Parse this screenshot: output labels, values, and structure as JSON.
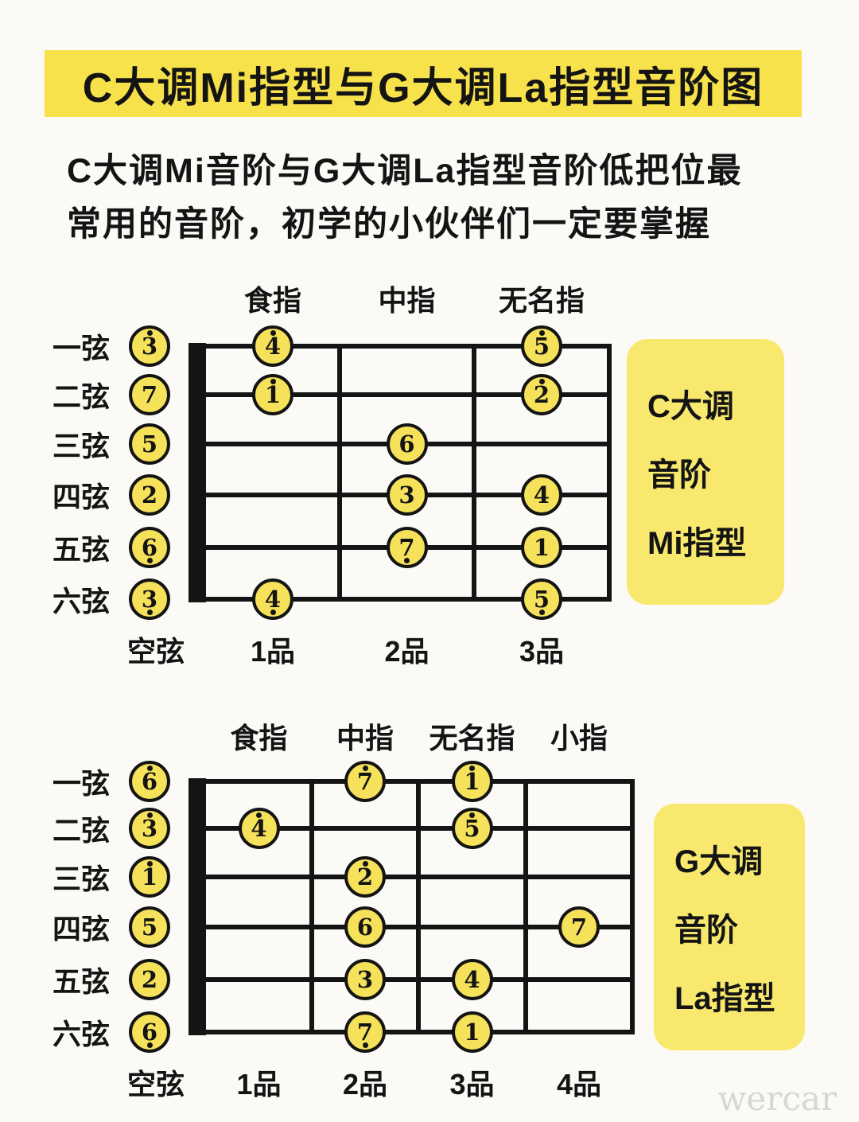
{
  "page": {
    "title": "C大调Mi指型与G大调La指型音阶图",
    "subtitle_line1": "C大调Mi音阶与G大调La指型音阶低把位最",
    "subtitle_line2": "常用的音阶，初学的小伙伴们一定要掌握",
    "watermark": "wercar"
  },
  "colors": {
    "highlight": "#F8E24C",
    "circle_fill": "#F5E15A",
    "side_box_fill": "#F8E96E",
    "line": "#141414",
    "page_bg": "#FBFAF6",
    "watermark": "#D6D6D6"
  },
  "diagrams": [
    {
      "id": "c-major-mi",
      "finger_labels": [
        "食指",
        "中指",
        "无名指"
      ],
      "string_labels": [
        "一弦",
        "二弦",
        "三弦",
        "四弦",
        "五弦",
        "六弦"
      ],
      "fret_labels": [
        "空弦",
        "1品",
        "2品",
        "3品"
      ],
      "side_label_lines": [
        "C大调",
        "音阶",
        "Mi指型"
      ],
      "open_notes": [
        {
          "n": "3",
          "dot": "high"
        },
        {
          "n": "7",
          "dot": "none"
        },
        {
          "n": "5",
          "dot": "none"
        },
        {
          "n": "2",
          "dot": "none"
        },
        {
          "n": "6",
          "dot": "low"
        },
        {
          "n": "3",
          "dot": "low"
        }
      ],
      "fretted_notes": [
        {
          "string": 1,
          "fret": 1,
          "n": "4",
          "dot": "high"
        },
        {
          "string": 1,
          "fret": 3,
          "n": "5",
          "dot": "high"
        },
        {
          "string": 2,
          "fret": 1,
          "n": "1",
          "dot": "high"
        },
        {
          "string": 2,
          "fret": 3,
          "n": "2",
          "dot": "high"
        },
        {
          "string": 3,
          "fret": 2,
          "n": "6",
          "dot": "none"
        },
        {
          "string": 4,
          "fret": 2,
          "n": "3",
          "dot": "none"
        },
        {
          "string": 4,
          "fret": 3,
          "n": "4",
          "dot": "none"
        },
        {
          "string": 5,
          "fret": 2,
          "n": "7",
          "dot": "low"
        },
        {
          "string": 5,
          "fret": 3,
          "n": "1",
          "dot": "none"
        },
        {
          "string": 6,
          "fret": 1,
          "n": "4",
          "dot": "low"
        },
        {
          "string": 6,
          "fret": 3,
          "n": "5",
          "dot": "low"
        }
      ]
    },
    {
      "id": "g-major-la",
      "finger_labels": [
        "食指",
        "中指",
        "无名指",
        "小指"
      ],
      "string_labels": [
        "一弦",
        "二弦",
        "三弦",
        "四弦",
        "五弦",
        "六弦"
      ],
      "fret_labels": [
        "空弦",
        "1品",
        "2品",
        "3品",
        "4品"
      ],
      "side_label_lines": [
        "G大调",
        "音阶",
        "La指型"
      ],
      "open_notes": [
        {
          "n": "6",
          "dot": "high"
        },
        {
          "n": "3",
          "dot": "high"
        },
        {
          "n": "1",
          "dot": "high"
        },
        {
          "n": "5",
          "dot": "none"
        },
        {
          "n": "2",
          "dot": "none"
        },
        {
          "n": "6",
          "dot": "low"
        }
      ],
      "fretted_notes": [
        {
          "string": 1,
          "fret": 2,
          "n": "7",
          "dot": "high"
        },
        {
          "string": 1,
          "fret": 3,
          "n": "1",
          "dot": "high"
        },
        {
          "string": 2,
          "fret": 1,
          "n": "4",
          "dot": "high"
        },
        {
          "string": 2,
          "fret": 3,
          "n": "5",
          "dot": "high"
        },
        {
          "string": 3,
          "fret": 2,
          "n": "2",
          "dot": "high"
        },
        {
          "string": 4,
          "fret": 2,
          "n": "6",
          "dot": "none"
        },
        {
          "string": 4,
          "fret": 4,
          "n": "7",
          "dot": "none"
        },
        {
          "string": 5,
          "fret": 2,
          "n": "3",
          "dot": "none"
        },
        {
          "string": 5,
          "fret": 3,
          "n": "4",
          "dot": "none"
        },
        {
          "string": 6,
          "fret": 2,
          "n": "7",
          "dot": "low"
        },
        {
          "string": 6,
          "fret": 3,
          "n": "1",
          "dot": "none"
        }
      ]
    }
  ]
}
